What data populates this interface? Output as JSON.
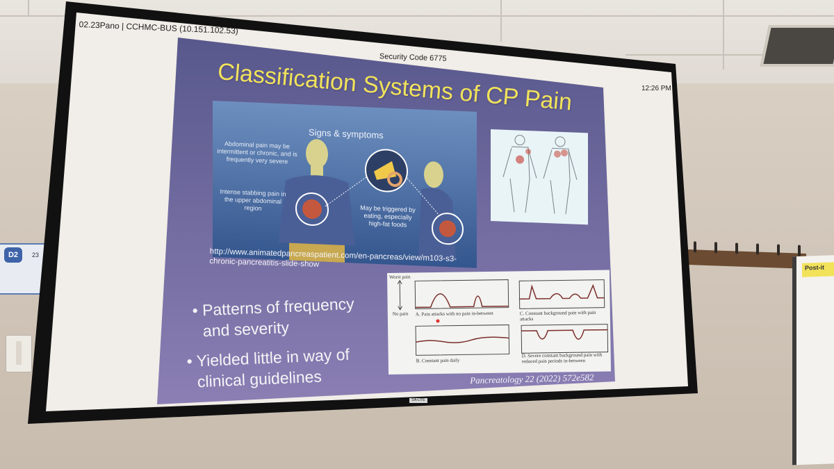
{
  "projector_hud": {
    "room_label": "02.23Pano",
    "separator": "|",
    "host": "CCHMC-BUS",
    "ip": "(10.151.102.53)",
    "security_code": "Security Code 6775",
    "time": "12:26 PM"
  },
  "slide": {
    "title": "Classification Systems of CP Pain",
    "illustration": {
      "heading": "Signs & symptoms",
      "text_1": "Abdominal pain may be intermittent or chronic, and is frequently very severe",
      "text_2": "Intense stabbing pain in the upper abdominal region",
      "text_3": "May be triggered by eating, especially high-fat foods"
    },
    "source_url_line1": "http://www.animatedpancreaspatient.com/en-pancreas/view/m103-s3-",
    "source_url_line2": "chronic-pancreatitis-slide-show",
    "bullets": [
      {
        "line1": "Patterns of frequency",
        "line2": "and severity"
      },
      {
        "line1": "Yielded little in way of",
        "line2": "clinical guidelines"
      }
    ],
    "pattern_panel": {
      "worst_pain": "Worst pain",
      "no_pain": "No pain",
      "label_a": "A. Pain attacks with no pain in-between",
      "label_b": "B. Constant pain daily",
      "label_c": "C. Constant background pain with pain attacks",
      "label_d": "D. Severe constant background pain with reduced pain periods in-between"
    },
    "citation": "Pancreatology 22 (2022) 572e582"
  },
  "room": {
    "wall_badge": "D2",
    "wall_number": "23",
    "easel_note": "Post-it",
    "screen_brand": "DA-LITE"
  },
  "colors": {
    "slide_bg_top": "#58588c",
    "slide_bg_bottom": "#8b7fb4",
    "title_yellow": "#f1e35a",
    "screen_border": "#111111"
  }
}
